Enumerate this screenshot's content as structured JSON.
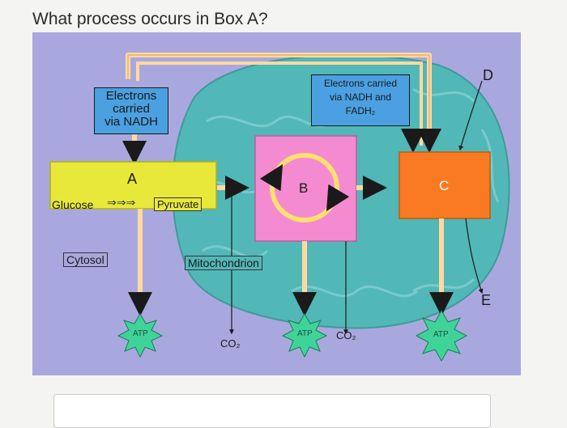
{
  "question": "What process occurs in Box A?",
  "labels": {
    "electrons_nadh_line1": "Electrons",
    "electrons_nadh_line2": "carried",
    "electrons_nadh_line3": "via NADH",
    "electrons_nadh_fadh_line1": "Electrons carried",
    "electrons_nadh_fadh_line2": "via NADH and",
    "electrons_nadh_fadh_line3": "FADH₂",
    "box_a": "A",
    "glucose": "Glucose",
    "pyruvate": "Pyruvate",
    "box_b": "B",
    "box_c": "C",
    "cytosol": "Cytosol",
    "mitochondrion": "Mitochondrion",
    "atp_1": "ATP",
    "atp_2": "ATP",
    "atp_3": "ATP",
    "co2_1": "CO₂",
    "co2_2": "CO₂",
    "label_d": "D",
    "label_e": "E"
  },
  "colors": {
    "background": "#a9a8de",
    "mitochondrion": "#52b7b7",
    "box_a": "#e8e83a",
    "box_b": "#f48ad0",
    "box_c": "#f97a22",
    "electron_label": "#4aa0e0",
    "atp_star": "#3fd39a",
    "arrow": "#ffd9a0"
  }
}
